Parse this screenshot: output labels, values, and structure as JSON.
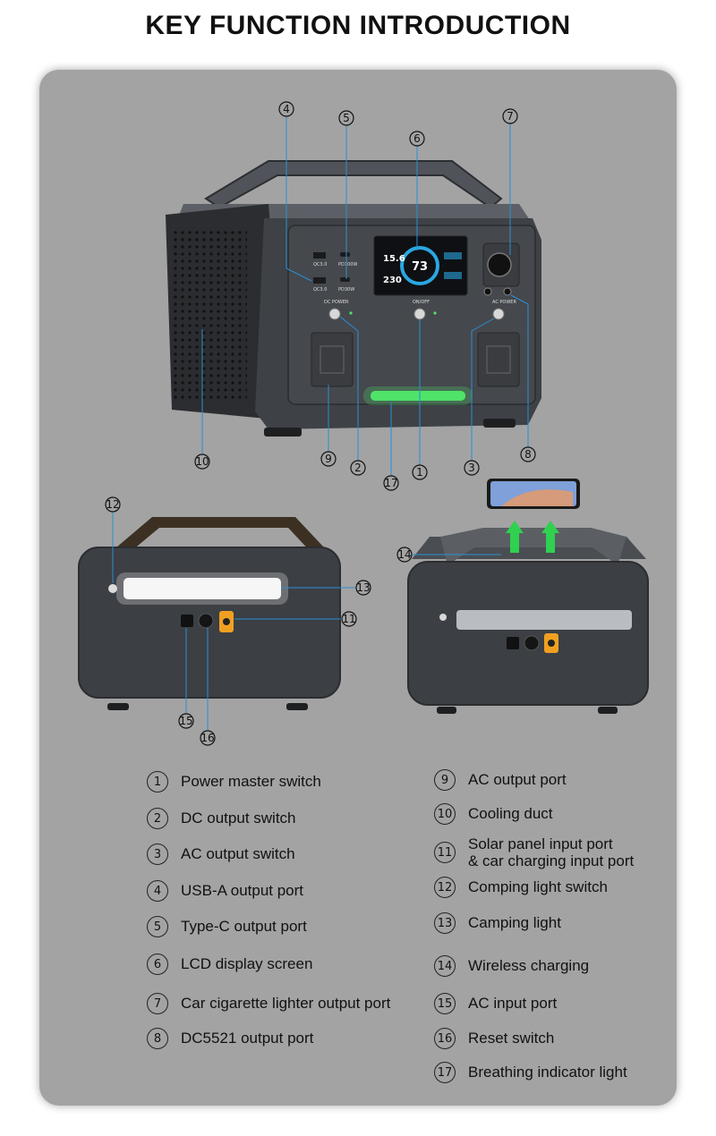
{
  "title": "KEY FUNCTION INTRODUCTION",
  "callouts": [
    "1",
    "2",
    "3",
    "4",
    "5",
    "6",
    "7",
    "8",
    "9",
    "10",
    "11",
    "12",
    "13",
    "14",
    "15",
    "16",
    "17"
  ],
  "lcd": {
    "left_value": "15.6",
    "center_value": "73",
    "right_value": "230"
  },
  "panel_labels": {
    "dc_power": "DC POWER",
    "on_off": "ON/OFF",
    "ac_power": "AC POWER",
    "usb_a_1": "QC3.0",
    "usb_a_2": "QC3.0",
    "type_c_1": "PD100W",
    "type_c_2": "PD30W"
  },
  "legend": [
    {
      "num": "1",
      "label": "Power master switch"
    },
    {
      "num": "2",
      "label": "DC output switch"
    },
    {
      "num": "3",
      "label": "AC output switch"
    },
    {
      "num": "4",
      "label": "USB-A output port"
    },
    {
      "num": "5",
      "label": "Type-C output port"
    },
    {
      "num": "6",
      "label": "LCD display screen"
    },
    {
      "num": "7",
      "label": "Car cigarette lighter output port"
    },
    {
      "num": "8",
      "label": "DC5521 output port"
    },
    {
      "num": "9",
      "label": "AC output port"
    },
    {
      "num": "10",
      "label": "Cooling duct"
    },
    {
      "num": "11",
      "label_line1": "Solar panel input port",
      "label_line2": "& car charging input port"
    },
    {
      "num": "12",
      "label": "Comping light switch"
    },
    {
      "num": "13",
      "label": "Camping light"
    },
    {
      "num": "14",
      "label": "Wireless charging"
    },
    {
      "num": "15",
      "label": "AC input port"
    },
    {
      "num": "16",
      "label": "Reset switch"
    },
    {
      "num": "17",
      "label": "Breathing indicator light"
    }
  ],
  "colors": {
    "panel_bg": "#a3a3a3",
    "device_body": "#3c3f44",
    "accent_green": "#4fe36a",
    "lcd_blue": "#2aa7e0",
    "callout_line": "#2a8fd6",
    "port_orange": "#f0a020"
  }
}
